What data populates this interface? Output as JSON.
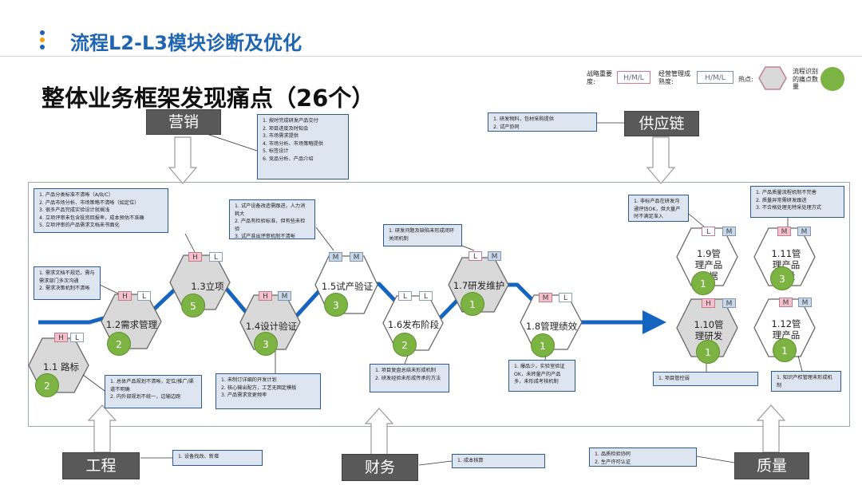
{
  "header": {
    "title": "流程L2-L3模块诊断及优化",
    "dot_colors": [
      "#1f64b0",
      "#f0a500",
      "#1f64b0"
    ]
  },
  "main_title": "整体业务框架发现痛点（26个）",
  "legend": {
    "strategic_label": "战略重要度:",
    "strategic_value": "H/M/L",
    "maturity_label": "经营管理成熟度:",
    "maturity_value": "H/M/L",
    "hotspot_label": "热点:",
    "count_label": "流程识别的痛点数量"
  },
  "departments": {
    "marketing": "营销",
    "supply_chain": "供应链",
    "engineering": "工程",
    "finance": "财务",
    "quality": "质量"
  },
  "notes": {
    "marketing": [
      "1. 按时完成研发产品交付",
      "2. 项目进度及时知会",
      "3. 市场需求提供",
      "4. 市场分析、市场策略提供",
      "5. 标签设计",
      "6. 竞品分析、产品介绍"
    ],
    "supply_chain": [
      "1. 研发物料，包材采购提供",
      "2. 试产协同"
    ],
    "engineering": [
      "1. 设备找改、新增"
    ],
    "finance": [
      "1. 成本核算"
    ],
    "quality": [
      "1. 品质检验协同",
      "2. 生产许可认证"
    ],
    "p11": [
      "1. 总体产品规划不清晰，定位/推广/渠道不明确",
      "2. 内外部规划不统一，边输边跑"
    ],
    "p12": [
      "1. 需求文档不规范，需与需求部门多次沟通",
      "2. 需求决策机制不清晰"
    ],
    "p13": [
      "1. 产品分类标准不清晰（A/B/C）",
      "2. 产品市场分析、市场策略不清晰（如定位）",
      "3. 很多产品完成实验设计就搁浅",
      "4. 立项评审未包含投资回报率，成本预估不准确",
      "5. 立项评审的产品需求文档未书面化"
    ],
    "p14": [
      "1. 未制订详细的开发计划",
      "2. 核心输出配方，工艺无固定模板",
      "3. 产品需求变更频率"
    ],
    "p15": [
      "1. 试产设备改造需跟进，人力消耗大",
      "2. 产品有检验标准，但有些未检验",
      "3. 试产准出评审机制不清晰"
    ],
    "p16": [
      "1. 项目复盘总结未形成机制",
      "2. 研发经验未形成传承的方法"
    ],
    "p17": [
      "1. 研发问题及缺陷未形成闭环关闭机制"
    ],
    "p18": [
      "1. 爆品少，实验室验证OK，未转量产的产品多，未形成考核机制"
    ],
    "p19": [
      "1. 非标产品在研发沟通评估OK，但大量产时不满足准入"
    ],
    "p110": [
      "1. 项目管控弱"
    ],
    "p111": [
      "1. 产品质量流程机制不完善",
      "2. 质量异常需研发跟进",
      "3. 不合格处理无特采处理方式"
    ],
    "p112": [
      "1. 知识产权管理未形成机制"
    ]
  },
  "processes": [
    {
      "id": "1.1",
      "name": "1.1 路标",
      "importance": "H",
      "maturity": "L",
      "pain_points": "2"
    },
    {
      "id": "1.2",
      "name": "1.2需求管理",
      "importance": "H",
      "maturity": "L",
      "pain_points": "2"
    },
    {
      "id": "1.3",
      "name": "1.3立项",
      "importance": "H",
      "maturity": "L",
      "pain_points": "5"
    },
    {
      "id": "1.4",
      "name": "1.4设计验证",
      "importance": "H",
      "maturity": "M",
      "pain_points": "3"
    },
    {
      "id": "1.5",
      "name": "1.5试产验证",
      "importance": "M",
      "maturity": "M",
      "pain_points": "3"
    },
    {
      "id": "1.6",
      "name": "1.6发布阶段",
      "importance": "L",
      "maturity": "L",
      "pain_points": "2"
    },
    {
      "id": "1.7",
      "name": "1.7研发维护",
      "importance": "L",
      "maturity": "M",
      "pain_points": "1"
    },
    {
      "id": "1.8",
      "name": "1.8管理绩效",
      "importance": "M",
      "maturity": "L",
      "pain_points": "1"
    },
    {
      "id": "1.9",
      "name": "1.9管理产品数据",
      "importance": "L",
      "maturity": "M",
      "pain_points": "1"
    },
    {
      "id": "1.10",
      "name": "1.10管理研发项目",
      "importance": "H",
      "maturity": "M",
      "pain_points": "1"
    },
    {
      "id": "1.11",
      "name": "1.11管理产品质量",
      "importance": "M",
      "maturity": "M",
      "pain_points": "3"
    },
    {
      "id": "1.12",
      "name": "1.12管理产品研发",
      "importance": "M",
      "maturity": "M",
      "pain_points": "1"
    }
  ],
  "colors": {
    "accent": "#1f64b0",
    "flow": "#1565c0",
    "hex_fill": "#d9d9d9",
    "circle": "#7cb342",
    "note_fill": "#dde5f0"
  }
}
